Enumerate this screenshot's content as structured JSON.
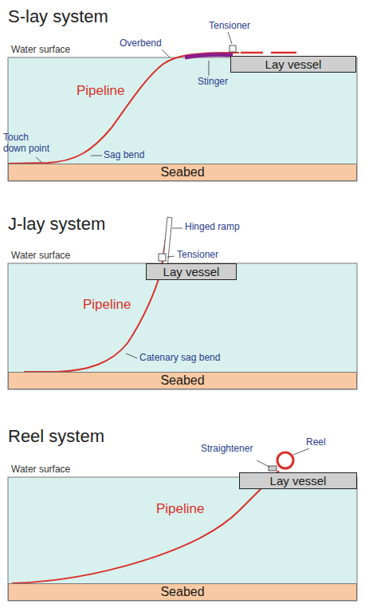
{
  "diagram": {
    "nodes": [
      {
        "text": [
          "Lay vessel"
        ]
      },
      {
        "text": [
          "Seabed"
        ]
      },
      {
        "text": [
          "Lay vessel"
        ]
      },
      {
        "text": [
          "Seabed"
        ]
      },
      {
        "text": [
          "Lay vessel"
        ]
      },
      {
        "text": [
          "Seabed"
        ]
      }
    ],
    "labels": [
      "S-lay system",
      "Tensioner",
      "Overbend",
      "Water surface",
      "Pipeline",
      "Stinger",
      "Touch down point",
      "Sag bend",
      "J-lay system",
      "Hinged ramp",
      "Tensioner",
      "Water surface",
      "Pipeline",
      "Catenary sag bend",
      "Reel system",
      "Straightener",
      "Reel",
      "Water surface",
      "Pipeline"
    ]
  }
}
